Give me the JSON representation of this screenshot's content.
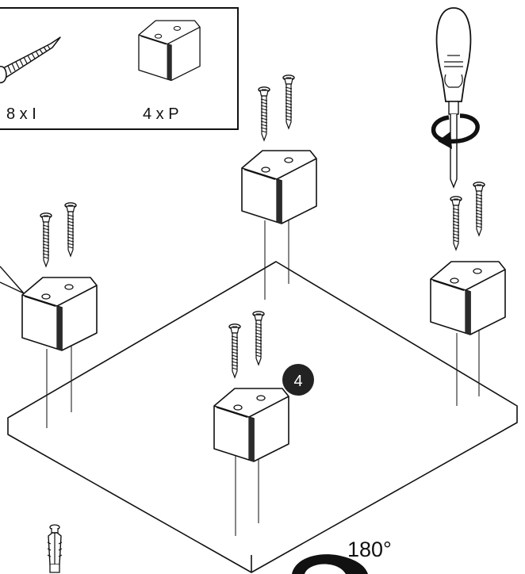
{
  "legend": {
    "screw_label": "8 x I",
    "foot_label": "4 x P"
  },
  "step_number": "4",
  "rotate_label": "180°",
  "colors": {
    "ink": "#111111",
    "paper": "#ffffff",
    "foot_fill": "#f2f2f2",
    "foot_shade": "#d8d8d8",
    "step_badge": "#222222"
  },
  "icons": {
    "tool": "screwdriver-icon",
    "turn": "rotate-arrow-icon",
    "flip": "flip-arrow-icon",
    "anchor": "wall-anchor-icon"
  }
}
